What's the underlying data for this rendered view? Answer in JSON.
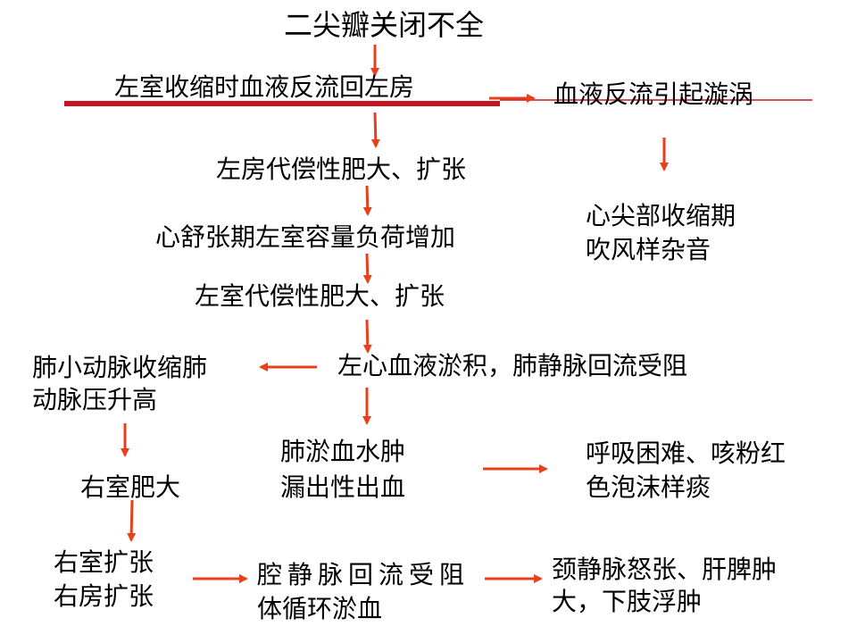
{
  "title": "二尖瓣关闭不全",
  "nodes": {
    "regurgitation": "左室收缩时血液反流回左房",
    "vortex": "血液反流引起漩涡",
    "murmur_1": "心尖部收缩期",
    "murmur_2": "吹风样杂音",
    "la_hypertrophy": "左房代偿性肥大、扩张",
    "lv_volume_load": "心舒张期左室容量负荷增加",
    "lv_hypertrophy": "左室代偿性肥大、扩张",
    "congestion": "左心血液淤积，肺静脉回流受阻",
    "pa_1": "肺小动脉收缩肺",
    "pa_2": "动脉压升高",
    "edema_1": "肺淤血水肿",
    "edema_2": "漏出性出血",
    "symptom_1": "呼吸困难、咳粉红",
    "symptom_2": "色泡沫样痰",
    "rv_hypertrophy": "右室肥大",
    "rv_dilation": "右室扩张",
    "ra_dilation": "右房扩张",
    "venous_1": "腔静脉回流受阻",
    "venous_2": "体循环淤血",
    "signs_1": "颈静脉怒张、肝脾肿",
    "signs_2": "大，下肢浮肿"
  },
  "colors": {
    "arrow": "#e8401c",
    "underline": "#c8141e",
    "text": "#000000"
  }
}
